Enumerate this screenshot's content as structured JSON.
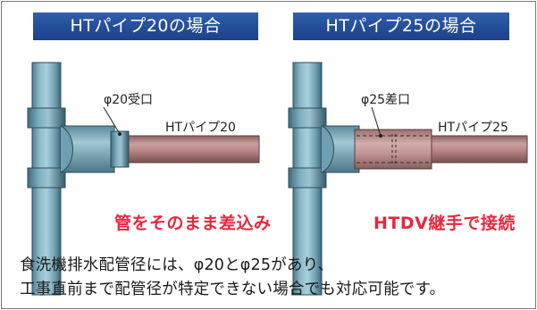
{
  "panels": {
    "left": {
      "title": "HTパイプ20の場合",
      "port_label": "φ20受口",
      "pipe_label": "HTパイプ20",
      "caption": "管をそのまま差込み"
    },
    "right": {
      "title": "HTパイプ25の場合",
      "port_label": "φ25差口",
      "pipe_label": "HTパイプ25",
      "caption": "HTDV継手で接続"
    }
  },
  "description": {
    "line1": "食洗機排水配管径には、φ20とφ25があり、",
    "line2": "工事直前まで配管径が特定できない場合でも対応可能です。"
  },
  "colors": {
    "tab_blue": "#24499a",
    "caption_red": "#e8273e",
    "vertical_pipe": "#7faebd",
    "drain_pipe": "#b98886",
    "coupling": "#c59a98"
  }
}
